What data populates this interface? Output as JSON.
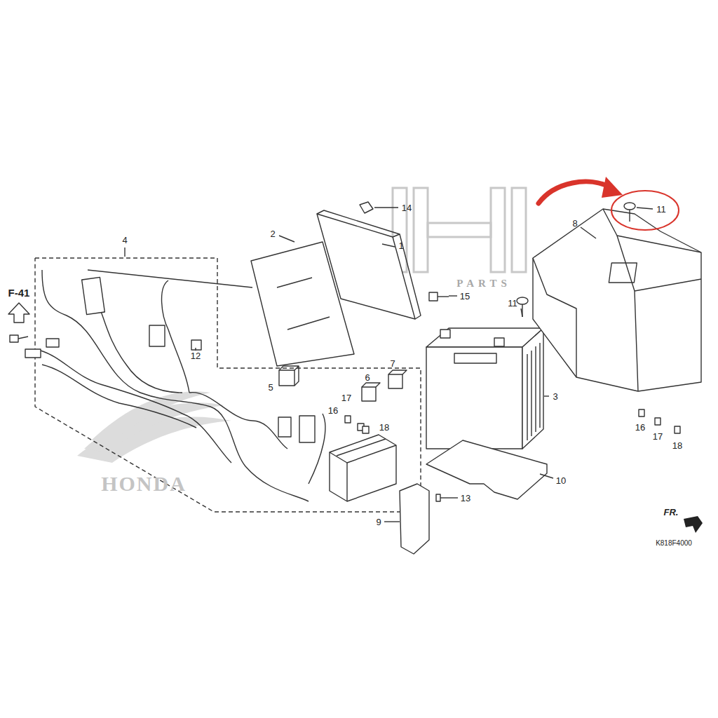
{
  "diagram": {
    "labels": [
      "F-41",
      "4",
      "2",
      "14",
      "1",
      "15",
      "11",
      "8",
      "11",
      "12",
      "7",
      "5",
      "6",
      "17",
      "16",
      "18",
      "3",
      "16",
      "17",
      "18",
      "10",
      "13",
      "9",
      "FR.",
      "K818F4000",
      "PARTS",
      "HONDA"
    ]
  }
}
